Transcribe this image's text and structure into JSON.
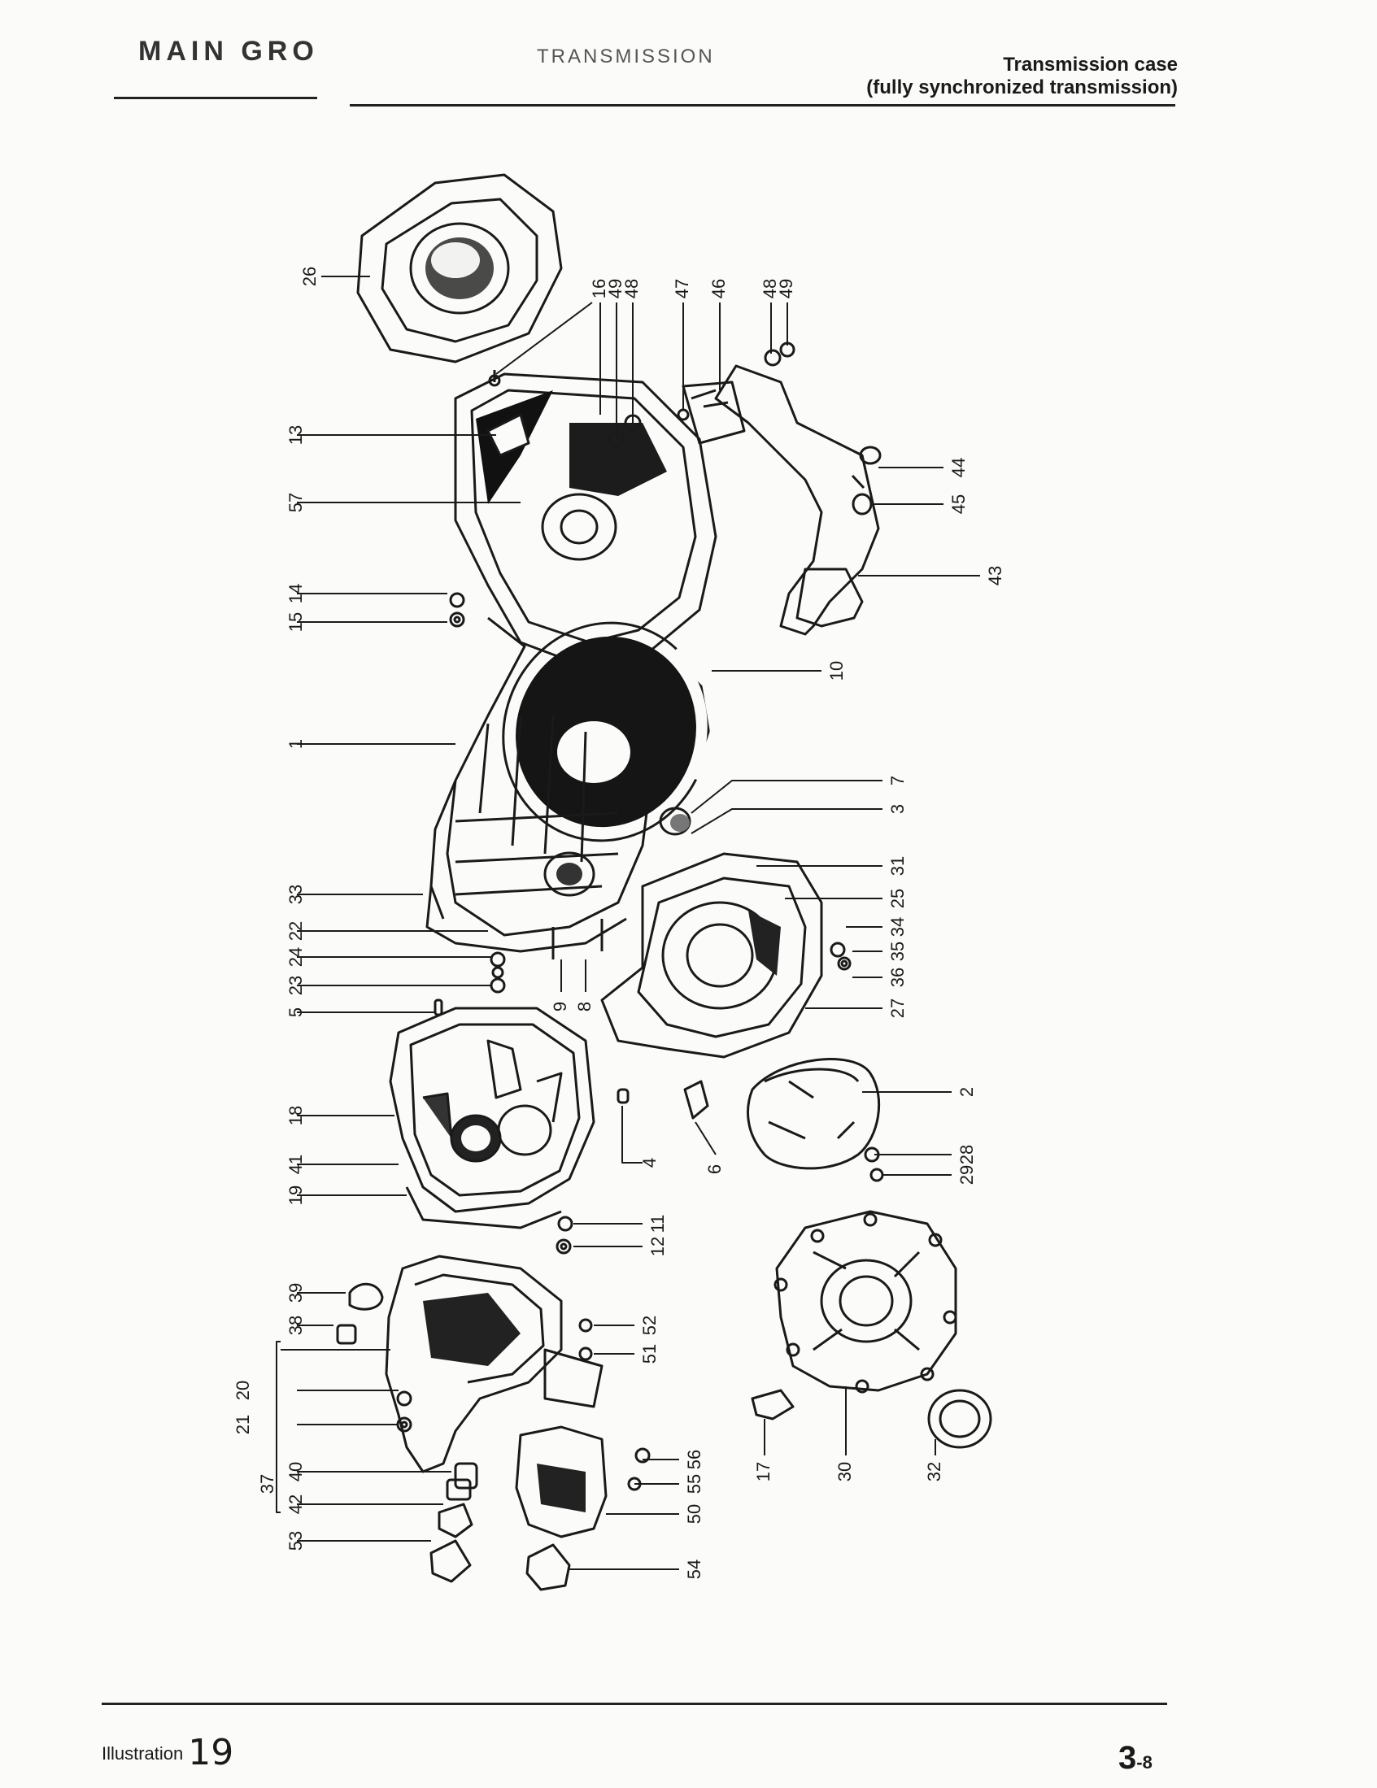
{
  "header": {
    "group_label": "MAIN GRO",
    "section_label": "TRANSMISSION",
    "title_line1": "Transmission case",
    "title_line2": "(fully synchronized transmission)"
  },
  "footer": {
    "illustration_label": "Illustration",
    "illustration_number": "19",
    "page_main": "3",
    "page_sub": "-8"
  },
  "callouts": [
    {
      "id": "26",
      "text": "26"
    },
    {
      "id": "16",
      "text": "16"
    },
    {
      "id": "49a",
      "text": "49"
    },
    {
      "id": "48a",
      "text": "48"
    },
    {
      "id": "47",
      "text": "47"
    },
    {
      "id": "46",
      "text": "46"
    },
    {
      "id": "48b",
      "text": "48"
    },
    {
      "id": "49b",
      "text": "49"
    },
    {
      "id": "13",
      "text": "13"
    },
    {
      "id": "57",
      "text": "57"
    },
    {
      "id": "44",
      "text": "44"
    },
    {
      "id": "45",
      "text": "45"
    },
    {
      "id": "43",
      "text": "43"
    },
    {
      "id": "14",
      "text": "14"
    },
    {
      "id": "15",
      "text": "15"
    },
    {
      "id": "10",
      "text": "10"
    },
    {
      "id": "1",
      "text": "1"
    },
    {
      "id": "7",
      "text": "7"
    },
    {
      "id": "3",
      "text": "3"
    },
    {
      "id": "31",
      "text": "31"
    },
    {
      "id": "33",
      "text": "33"
    },
    {
      "id": "25",
      "text": "25"
    },
    {
      "id": "22",
      "text": "22"
    },
    {
      "id": "34",
      "text": "34"
    },
    {
      "id": "24",
      "text": "24"
    },
    {
      "id": "35",
      "text": "35"
    },
    {
      "id": "23",
      "text": "23"
    },
    {
      "id": "36",
      "text": "36"
    },
    {
      "id": "9",
      "text": "9"
    },
    {
      "id": "8",
      "text": "8"
    },
    {
      "id": "5",
      "text": "5"
    },
    {
      "id": "27",
      "text": "27"
    },
    {
      "id": "2",
      "text": "2"
    },
    {
      "id": "18",
      "text": "18"
    },
    {
      "id": "4",
      "text": "4"
    },
    {
      "id": "6",
      "text": "6"
    },
    {
      "id": "41",
      "text": "41"
    },
    {
      "id": "28",
      "text": "28"
    },
    {
      "id": "19",
      "text": "19"
    },
    {
      "id": "29",
      "text": "29"
    },
    {
      "id": "11",
      "text": "11"
    },
    {
      "id": "12",
      "text": "12"
    },
    {
      "id": "39",
      "text": "39"
    },
    {
      "id": "38",
      "text": "38"
    },
    {
      "id": "52",
      "text": "52"
    },
    {
      "id": "51",
      "text": "51"
    },
    {
      "id": "20",
      "text": "20"
    },
    {
      "id": "21",
      "text": "21"
    },
    {
      "id": "37",
      "text": "37"
    },
    {
      "id": "40",
      "text": "40"
    },
    {
      "id": "42",
      "text": "42"
    },
    {
      "id": "53",
      "text": "53"
    },
    {
      "id": "56",
      "text": "56"
    },
    {
      "id": "55",
      "text": "55"
    },
    {
      "id": "50",
      "text": "50"
    },
    {
      "id": "54",
      "text": "54"
    },
    {
      "id": "17",
      "text": "17"
    },
    {
      "id": "30",
      "text": "30"
    },
    {
      "id": "32",
      "text": "32"
    }
  ]
}
